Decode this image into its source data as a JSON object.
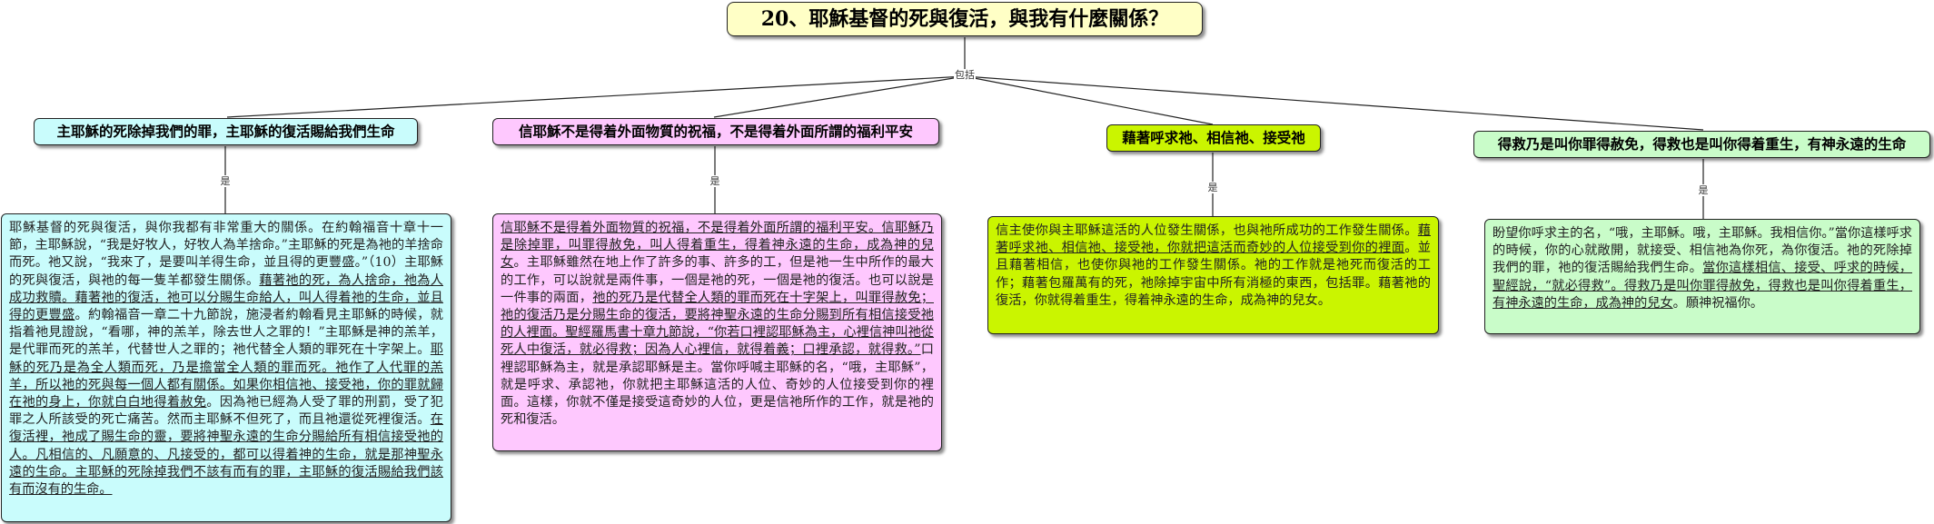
{
  "root": {
    "title": "20、耶穌基督的死與復活，與我有什麼關係？"
  },
  "root_link_label": "包括",
  "branch_link_label": "是",
  "branches": [
    {
      "title": "主耶穌的死除掉我們的罪，主耶穌的復活賜給我們生命",
      "color": "#c9fcfc",
      "segments": [
        {
          "t": "耶穌基督的死與復活，與你我都有非常重大的關係。在約翰福音十章十一節，主耶穌說，“我是好牧人，好牧人為羊捨命。”主耶穌的死是為祂的羊捨命而死。祂又說，“我來了，是要叫羊得生命，並且得的更豐盛。”（10）主耶穌的死與復活，與祂的每一隻羊都發生關係。",
          "u": false
        },
        {
          "t": "藉著祂的死，為人捨命，祂為人成功救贖。藉著祂的復活，祂可以分賜生命給人，叫人得着祂的生命，並且得的更豐盛",
          "u": true
        },
        {
          "t": "。約翰福音一章二十九節說，施浸者約翰看見主耶穌的時候，就指着祂見證說，“看哪，神的羔羊，除去世人之罪的！”主耶穌是神的羔羊，是代罪而死的羔羊，代替世人之罪的；祂代替全人類的罪死在十字架上。",
          "u": false
        },
        {
          "t": "耶穌的死乃是為全人類而死，乃是擔當全人類的罪而死。祂作了人代罪的羔羊，所以祂的死與每一個人都有關係。如果你相信祂、接受祂，你的罪就歸在祂的身上，你就白白地得着赦免",
          "u": true
        },
        {
          "t": "。因為祂已經為人受了罪的刑罰，受了犯罪之人所該受的死亡痛苦。然而主耶穌不但死了，而且祂還從死裡復活。",
          "u": false
        },
        {
          "t": "在復活裡，祂成了賜生命的靈，要將神聖永遠的生命分賜給所有相信接受祂的人。凡相信的、凡願意的、凡接受的，都可以得着神的生命，就是那神聖永遠的生命。主耶穌的死除掉我們不該有而有的罪，主耶穌的復活賜給我們該有而沒有的生命。",
          "u": true
        }
      ]
    },
    {
      "title": "信耶穌不是得着外面物質的祝福，不是得着外面所謂的福利平安",
      "color": "#fec8fe",
      "segments": [
        {
          "t": "信耶穌不是得着外面物質的祝福，不是得着外面所謂的福利平安。信耶穌乃是除掉罪，叫罪得赦免，叫人得着重生，得着神永遠的生命，成為神的兒女",
          "u": true
        },
        {
          "t": "。主耶穌雖然在地上作了許多的事、許多的工，但是祂一生中所作的最大的工作，可以說就是兩件事，一個是祂的死，一個是祂的復活。也可以說是一件事的兩面，",
          "u": false
        },
        {
          "t": "祂的死乃是代替全人類的罪而死在十字架上，叫罪得赦免；祂的復活乃是分賜生命的復活，要將神聖永遠的生命分賜到所有相信接受祂的人裡面。聖經羅馬書十章九節說，“你若口裡認耶穌為主，心裡信神叫祂從死人中復活，就必得救；因為人心裡信，就得着義；口裡承認，就得救。”",
          "u": true
        },
        {
          "t": "口裡認耶穌為主，就是承認耶穌是主。當你呼喊主耶穌的名，“哦，主耶穌”，就是呼求、承認祂，你就把主耶穌這活的人位、奇妙的人位接受到你的裡面。這樣，你就不僅是接受這奇妙的人位，更是信祂所作的工作，就是祂的死和復活。",
          "u": false
        }
      ]
    },
    {
      "title": "藉著呼求祂、相信祂、接受祂",
      "color": "#caf500",
      "segments": [
        {
          "t": "信主使你與主耶穌這活的人位發生關係，也與祂所成功的工作發生關係。",
          "u": false
        },
        {
          "t": "藉著呼求祂、相信祂、接受祂，你就把這活而奇妙的人位接受到你的裡面",
          "u": true
        },
        {
          "t": "。並且藉著相信，也使你與祂的工作發生關係。祂的工作就是祂死而復活的工作；藉著包羅萬有的死，祂除掉宇宙中所有消極的東西，包括罪。藉著祂的復活，你就得着重生，得着神永遠的生命，成為神的兒女。",
          "u": false
        }
      ]
    },
    {
      "title": "得救乃是叫你罪得赦免，得救也是叫你得着重生，有神永遠的生命",
      "color": "#c9fcc9",
      "segments": [
        {
          "t": "盼望你呼求主的名，“哦，主耶穌。哦，主耶穌。我相信你。”當你這樣呼求的時候，你的心就敞開，就接受、相信祂為你死，為你復活。祂的死除掉我們的罪，祂的復活賜給我們生命。",
          "u": false
        },
        {
          "t": "當你這樣相信、接受、呼求的時候，聖經說，“就必得救”。得救乃是叫你罪得赦免，得救也是叫你得着重生，有神永遠的生命，成為神的兒女",
          "u": true
        },
        {
          "t": "。願神祝福你。",
          "u": false
        }
      ]
    }
  ]
}
